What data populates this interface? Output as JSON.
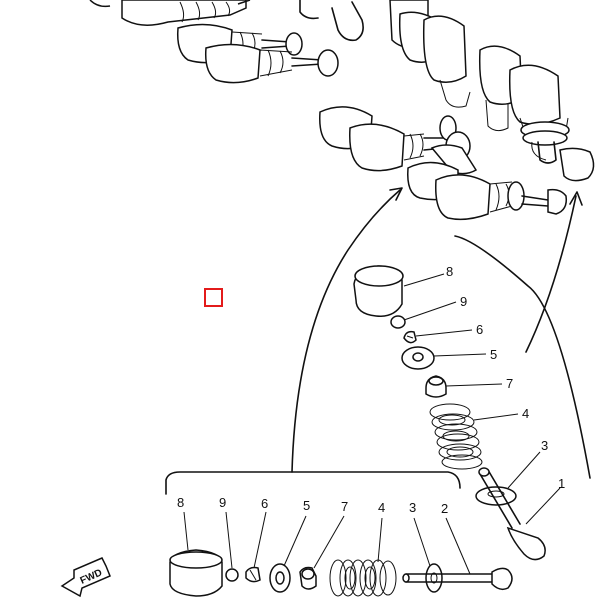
{
  "diagram": {
    "forward_badge": "FWD",
    "callouts": {
      "exploded": [
        {
          "id": "8"
        },
        {
          "id": "9"
        },
        {
          "id": "6"
        },
        {
          "id": "5"
        },
        {
          "id": "7"
        },
        {
          "id": "4"
        },
        {
          "id": "3"
        },
        {
          "id": "1"
        }
      ],
      "bottom_row": [
        {
          "id": "8"
        },
        {
          "id": "9"
        },
        {
          "id": "6"
        },
        {
          "id": "5"
        },
        {
          "id": "7"
        },
        {
          "id": "4"
        },
        {
          "id": "3"
        },
        {
          "id": "2"
        }
      ]
    },
    "highlight_color": "#e31b1b"
  }
}
